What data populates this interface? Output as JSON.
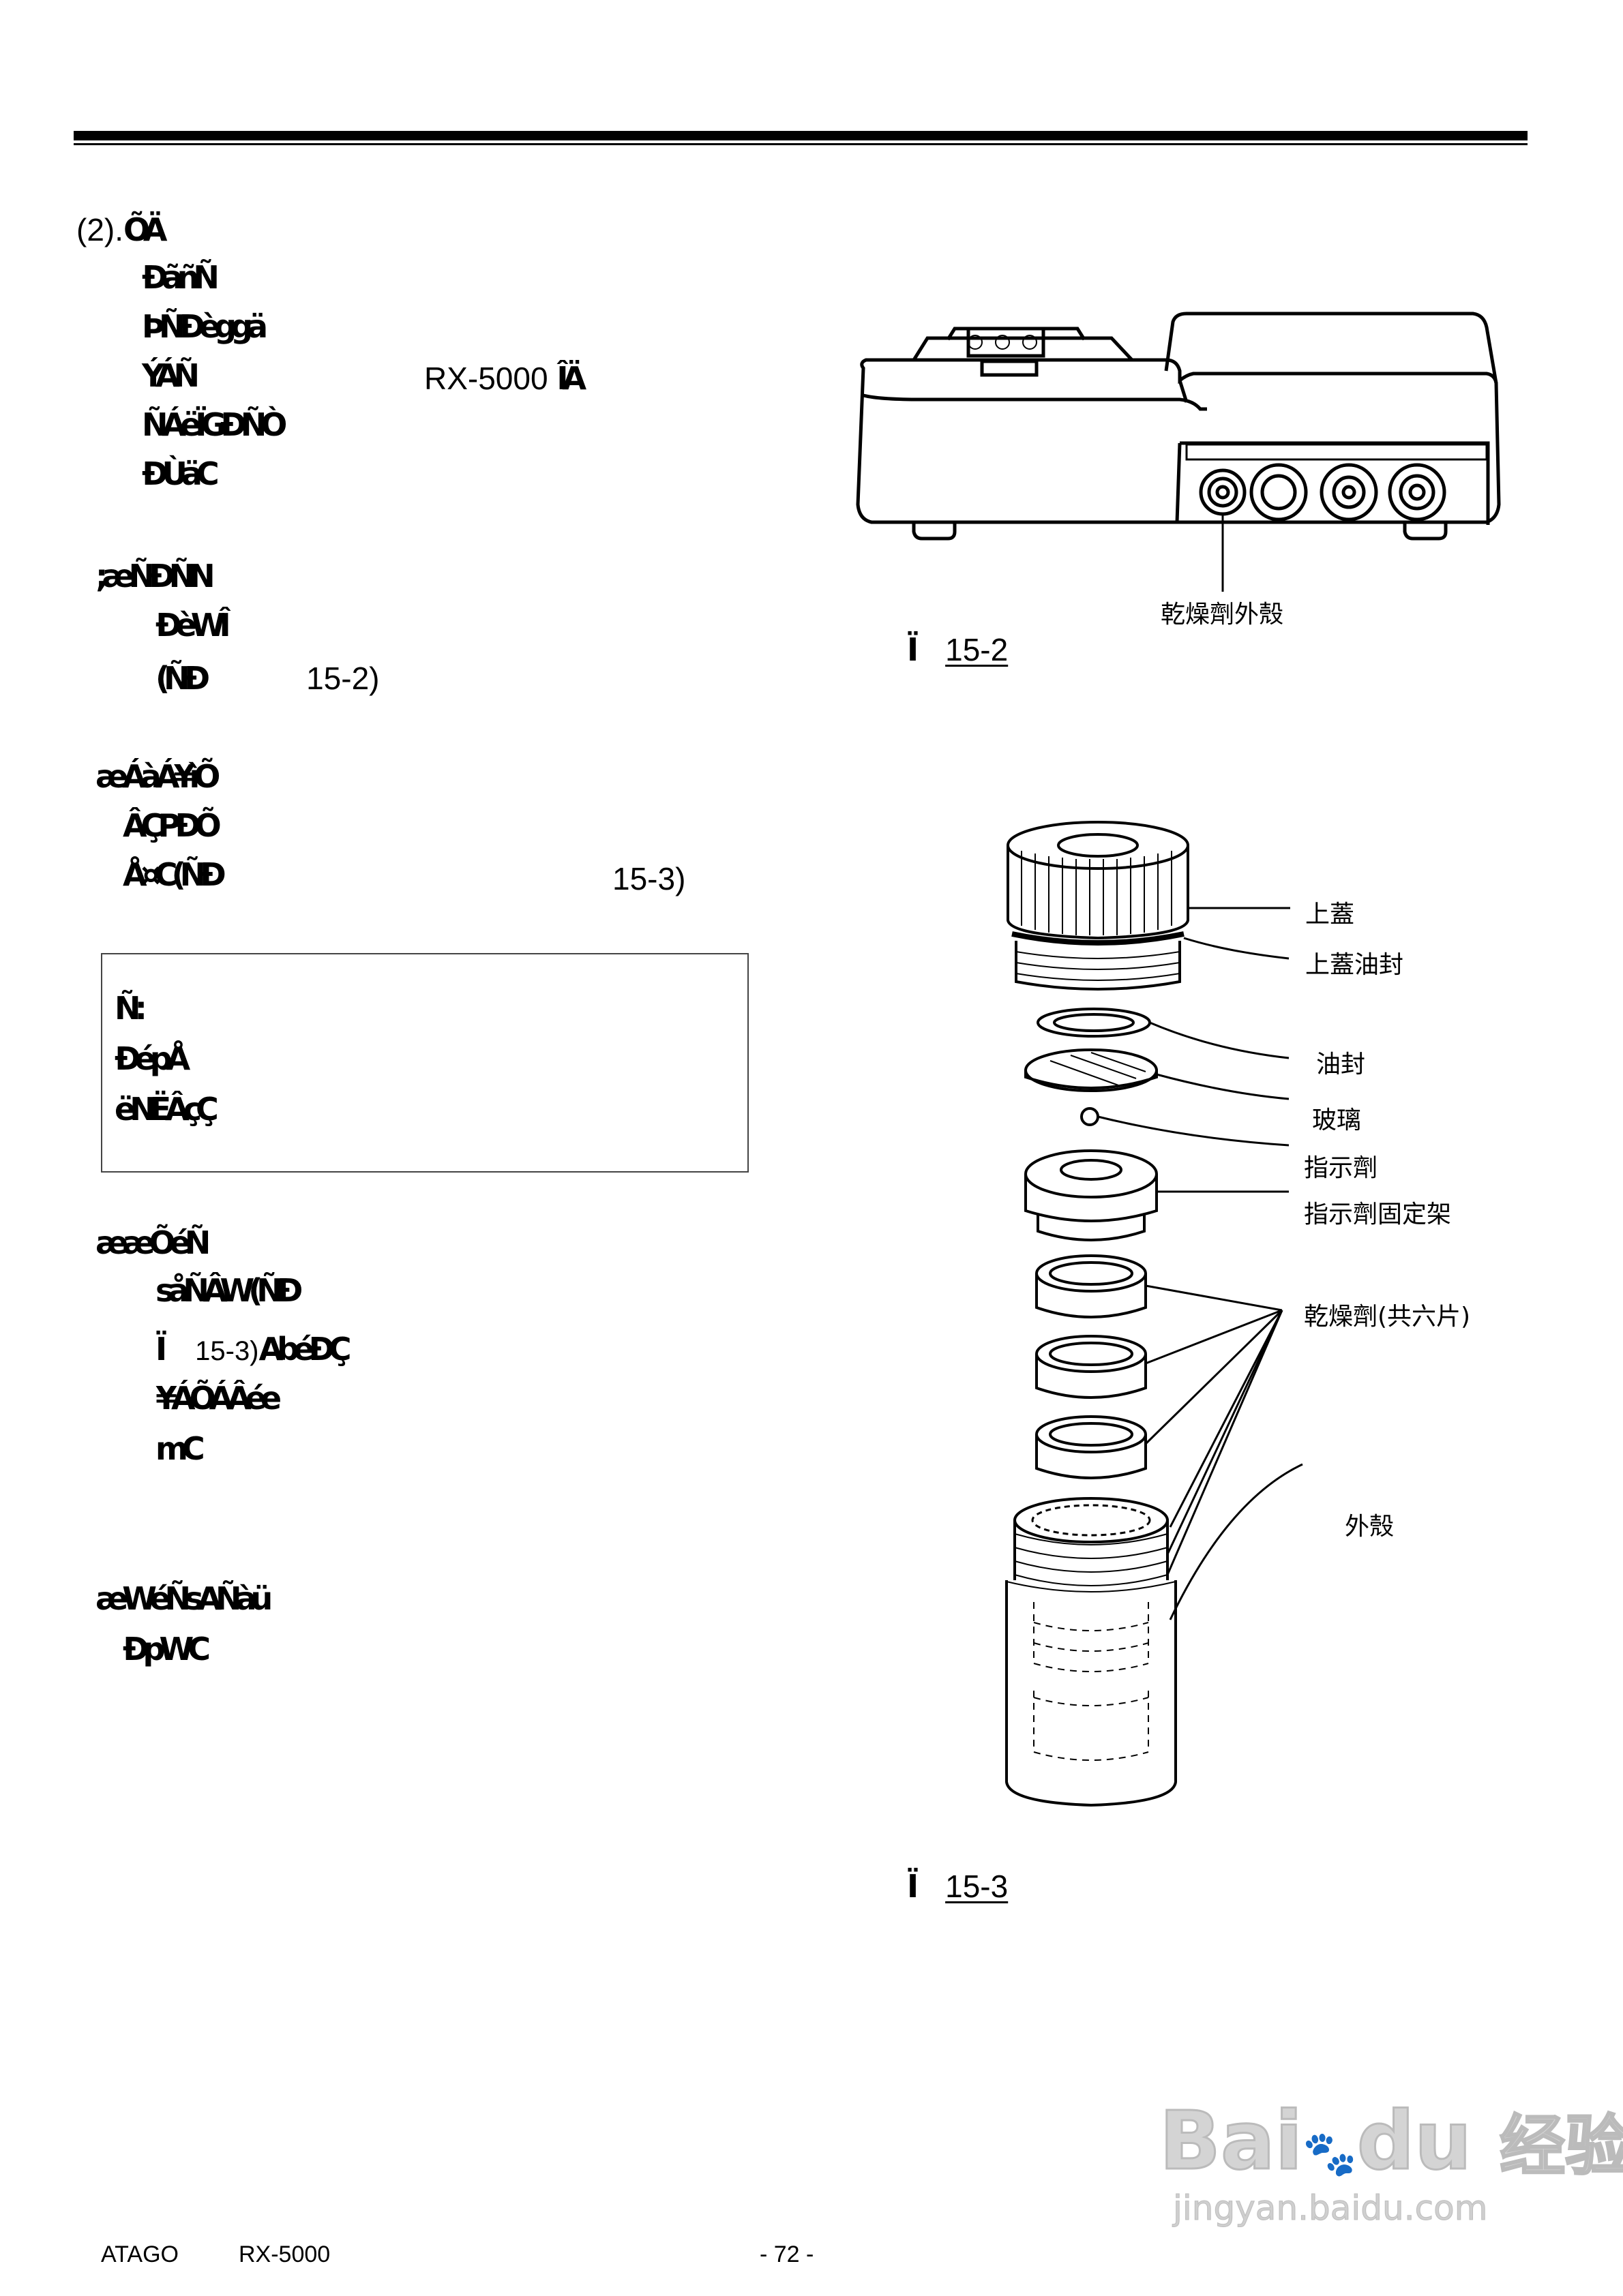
{
  "header": {
    "section": "(2).",
    "section_garbled": "ÕÄ"
  },
  "intro_lines": [
    {
      "text": "ÐãñÑ"
    },
    {
      "text": "ÞÑÐèggä"
    },
    {
      "text": "ÝÁÑ",
      "suffix": "RX-5000",
      "tail": "ÎÄ"
    },
    {
      "text": "ÑÁëÏGÐÑÒ"
    },
    {
      "text": "ÐÙäC"
    }
  ],
  "step1": {
    "title": ";æÑÐÑN",
    "line1": "ÐèWÎ",
    "line2_open": "(ÑÐ",
    "line2_ref": "15-2",
    "line2_close": ")"
  },
  "step2": {
    "title": "æÁàÁ¥ìÕ",
    "line1": "ÂÇPÐÕ",
    "line2": "Å¤C(ÑÐ",
    "line2_ref": "15-3",
    "line2_close": ")"
  },
  "note": {
    "title": "Ñ:",
    "line1": "ÐépÅ",
    "line2": "ëNËÂçÇ"
  },
  "step3": {
    "title": "ææÕéÑ",
    "line1": "såÑÂW(ÑÐ",
    "line2_prefix": "Ï",
    "line2_ref": "15-3)",
    "line2_rest": "AbéÐÇ",
    "line3": "¥ÁÕÁÂée",
    "line4": "mC"
  },
  "step4": {
    "title": "æWéÑsAÑàü",
    "line1": "ÐpWC"
  },
  "figure_15_2": {
    "label_casing": "乾燥劑外殼",
    "caption_prefix": "Ï",
    "caption_num": "15-2"
  },
  "figure_15_3": {
    "parts": [
      "上蓋",
      "上蓋油封",
      "油封",
      "玻璃",
      "指示劑",
      "指示劑固定架",
      "乾燥劑(共六片)",
      "外殼"
    ],
    "caption_prefix": "Ï",
    "caption_num": "15-3"
  },
  "footer": {
    "brand": "ATAGO",
    "model": "RX-5000",
    "page": "- 72 -"
  },
  "watermark": {
    "logo": "Bai",
    "logo2": "du",
    "cn": "经验",
    "url": "jingyan.baidu.com"
  }
}
